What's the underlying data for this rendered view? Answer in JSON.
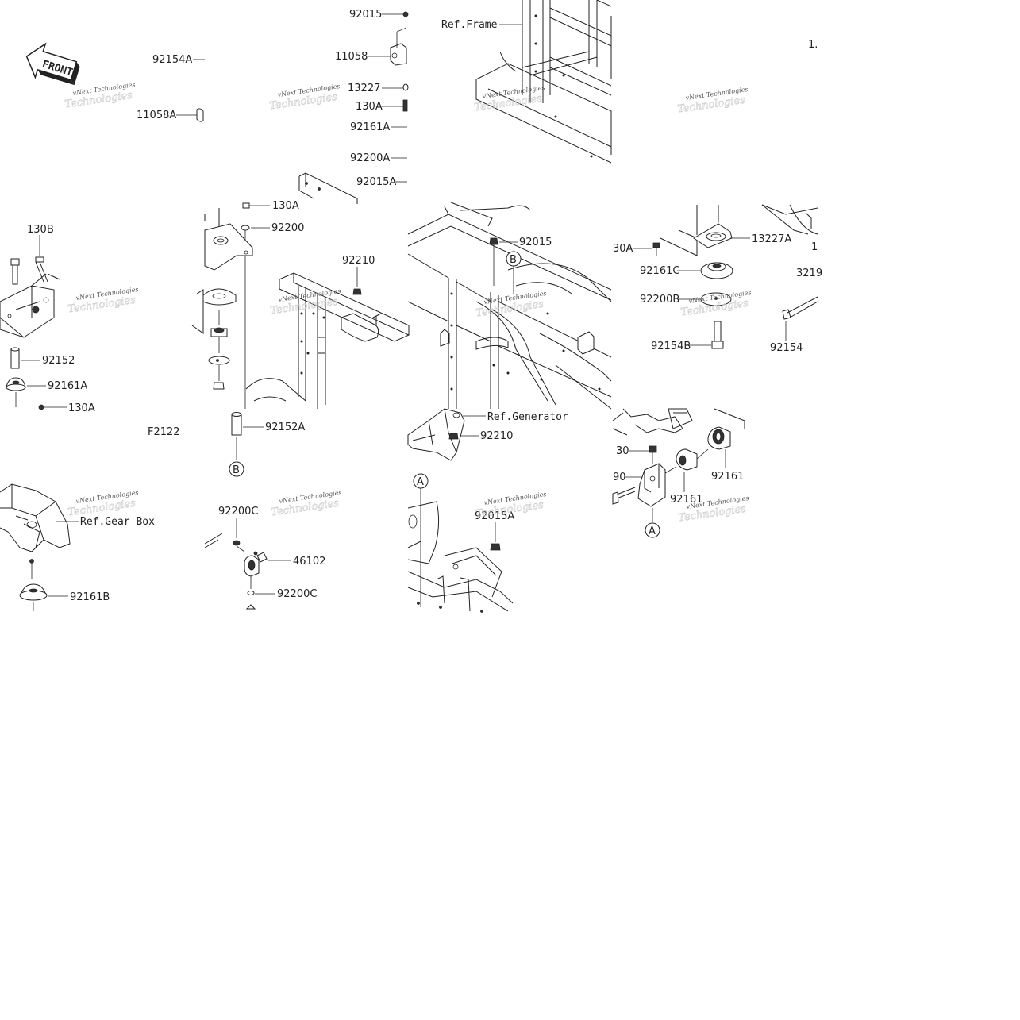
{
  "figure_code": "F2122",
  "front_label": "FRONT",
  "watermark": {
    "line1": "vNext Technologies",
    "line2": "Technologies"
  },
  "tile_top_center": {
    "callouts": [
      "92015",
      "92154A",
      "11058",
      "11058A",
      "13227",
      "130A",
      "92161A",
      "92200A",
      "92015A"
    ],
    "ref_frame": "Ref.Frame"
  },
  "tile_top_right": {
    "partial_label": "1."
  },
  "tile_mid_left": {
    "callouts": [
      "130B",
      "92152",
      "92161A",
      "130A"
    ]
  },
  "tile_mid_center": {
    "callouts": [
      "130A",
      "92200",
      "92210"
    ]
  },
  "tile_mid_frame": {
    "callouts": [
      "92015"
    ],
    "ref_b": "B"
  },
  "tile_mid_right": {
    "callouts": [
      "30A",
      "13227A",
      "1",
      "92161C",
      "92200B",
      "92154B",
      "92154",
      "3219"
    ]
  },
  "tile_lower_center": {
    "callouts": [
      "92152A"
    ],
    "ref_b": "B"
  },
  "tile_lower_frame": {
    "callouts": [
      "92210"
    ],
    "ref_generator": "Ref.Generator"
  },
  "tile_lower_right": {
    "callouts": [
      "30",
      "90",
      "92161",
      "92161"
    ],
    "ref_a": "A"
  },
  "tile_bottom_left": {
    "ref_gearbox": "Ref.Gear Box",
    "callouts": [
      "92161B"
    ]
  },
  "tile_bottom_center": {
    "callouts": [
      "92200C",
      "46102",
      "92200C"
    ]
  },
  "tile_bottom_frame": {
    "ref_a": "A",
    "callouts": [
      "92015A"
    ]
  }
}
